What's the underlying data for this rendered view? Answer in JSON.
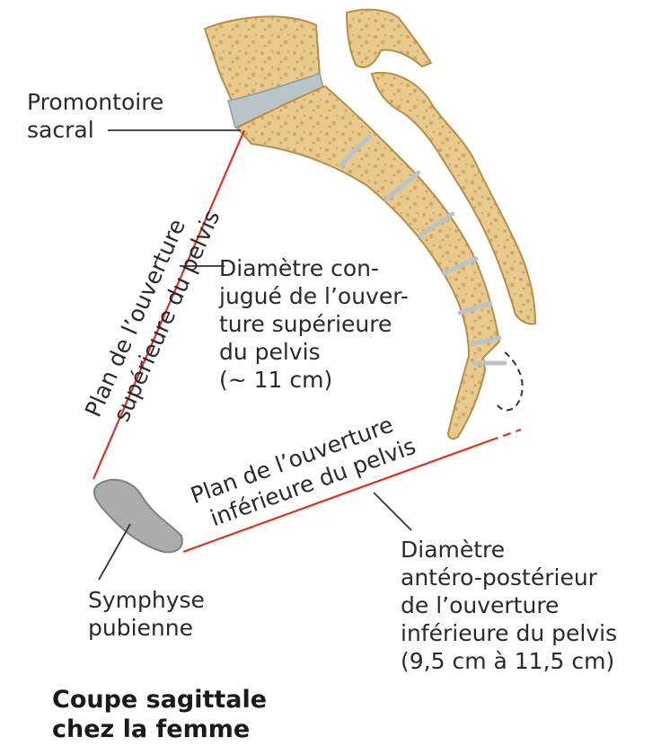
{
  "labels": {
    "promontory": [
      "Promontoire",
      "sacral"
    ],
    "inlet_plane": [
      "Plan de l’ouverture",
      "supérieure du pelvis"
    ],
    "conjugate": [
      "Diamètre con-",
      "jugué de l’ouver-",
      "ture supérieure",
      "du pelvis",
      "(~ 11 cm)"
    ],
    "outlet_plane": [
      "Plan de l’ouverture",
      "inférieure du pelvis"
    ],
    "symphysis": [
      "Symphyse",
      "pubienne"
    ],
    "ap_diameter": [
      "Diamètre",
      "antéro-postérieur",
      "de l’ouverture",
      "inférieure du pelvis",
      "(9,5 cm à 11,5 cm)"
    ]
  },
  "caption": [
    "Coupe sagittale",
    "chez la femme"
  ],
  "colors": {
    "bone_fill": "#e8c98e",
    "bone_edge": "#b58f4a",
    "bone_spots": "#c79a50",
    "disc": "#b8c4c8",
    "symphysis": "#a9adae",
    "diameter_line": "#e0311f",
    "leader_line": "#333333"
  }
}
